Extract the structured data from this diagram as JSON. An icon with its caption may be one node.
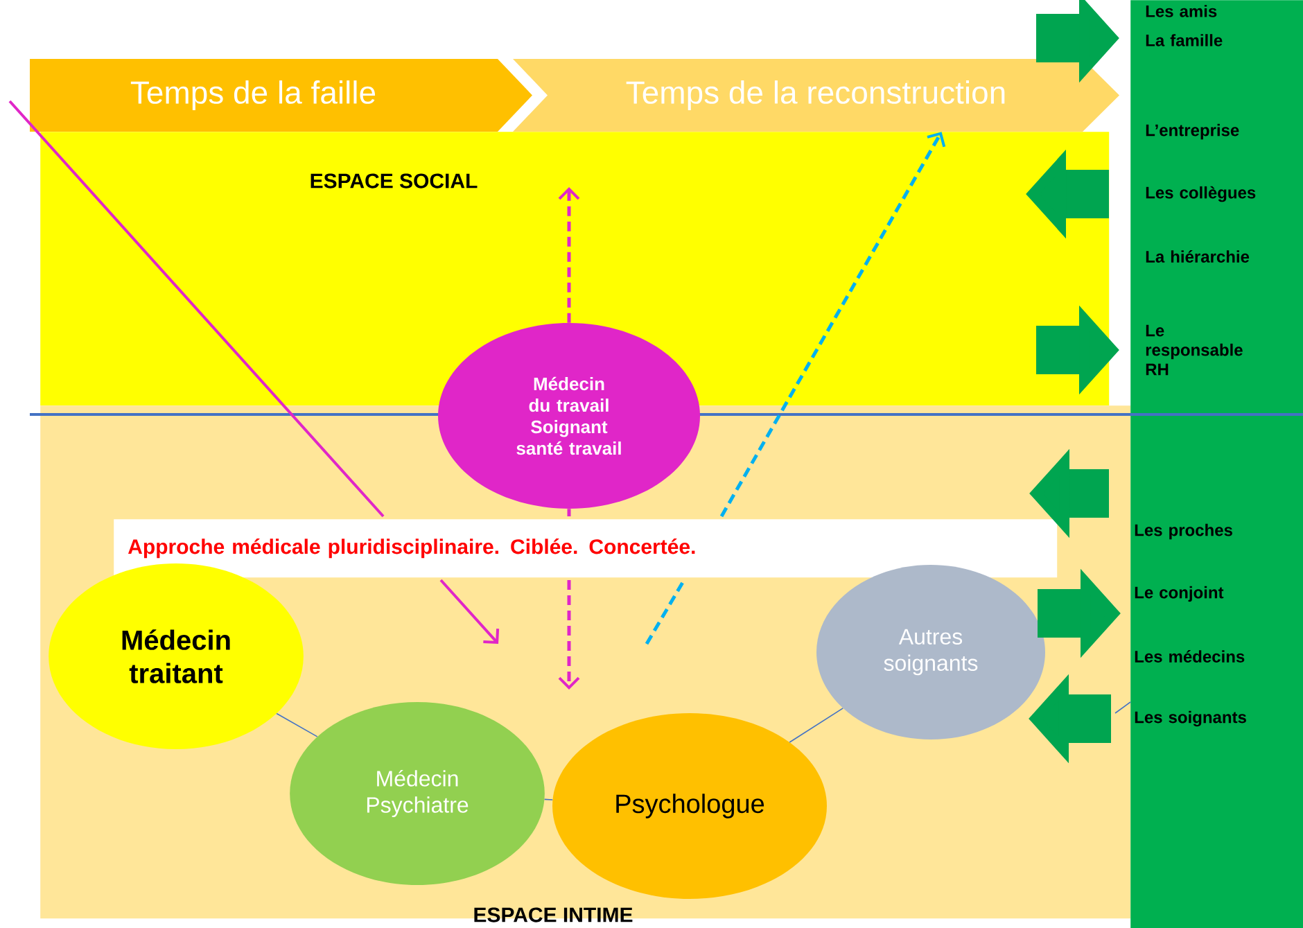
{
  "diagram": {
    "nodes": [
      {
        "text": [
          "Temps de la faille"
        ]
      },
      {
        "text": [
          "Temps de la reconstruction"
        ]
      },
      {
        "text": [
          "ESPACE SOCIAL"
        ]
      },
      {
        "text": [
          "Médecin du travail",
          "Soignant santé travail"
        ]
      },
      {
        "text": [
          "ESPACE INTIME"
        ]
      },
      {
        "text": [
          "Approche médicale pluridisciplinaire. Ciblée. Concertée."
        ],
        "in": 4
      },
      {
        "text": [
          "Médecin traitant"
        ],
        "in": 4
      },
      {
        "text": [
          "Médecin Psychiatre"
        ],
        "in": 4
      },
      {
        "text": [
          "Psychologue"
        ],
        "in": 4
      },
      {
        "text": [
          "Autres soignants"
        ],
        "in": 4
      },
      {
        "text": [
          "Les amis",
          "La famille",
          "L’entreprise",
          "Les collègues",
          "La hiérarchie",
          "Le responsable RH",
          "Les proches",
          "Le conjoint",
          "Les médecins",
          "Les soignants"
        ]
      }
    ],
    "edges": [
      {
        "from": 6,
        "to": 7,
        "arrow": "none"
      },
      {
        "from": 7,
        "to": 8,
        "arrow": "none"
      },
      {
        "from": 8,
        "to": 9,
        "arrow": "none"
      },
      {
        "from": 3,
        "to": 2,
        "arrow": "to",
        "style": "dashed",
        "color": "#e026c8"
      },
      {
        "from": 3,
        "to": null,
        "arrow": "to",
        "style": "dashed",
        "color": "#e026c8"
      },
      {
        "from": null,
        "to": 1,
        "arrow": "to",
        "style": "dashed",
        "color": "#00b0f0"
      },
      {
        "from": 10,
        "to": null,
        "arrow": "none"
      }
    ]
  }
}
